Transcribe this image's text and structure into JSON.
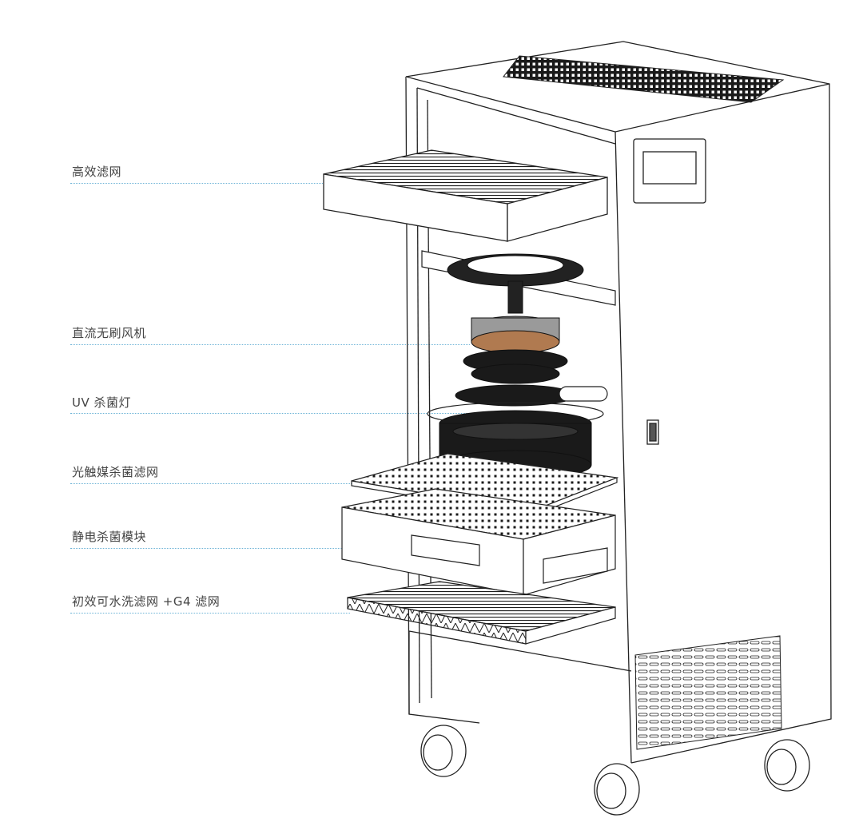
{
  "labels": [
    {
      "id": "hepa",
      "text": "高效滤网"
    },
    {
      "id": "fan",
      "text": "直流无刷风机"
    },
    {
      "id": "uv",
      "text": "UV 杀菌灯"
    },
    {
      "id": "photocatalyst",
      "text": "光触媒杀菌滤网"
    },
    {
      "id": "electrostatic",
      "text": "静电杀菌模块"
    },
    {
      "id": "prefilter",
      "text": "初效可水洗滤网 +G4 滤网"
    }
  ],
  "colors": {
    "leader_line": "#6cb3d6",
    "label_text": "#444444",
    "outline": "#222222",
    "mesh": "#1a1a1a"
  }
}
